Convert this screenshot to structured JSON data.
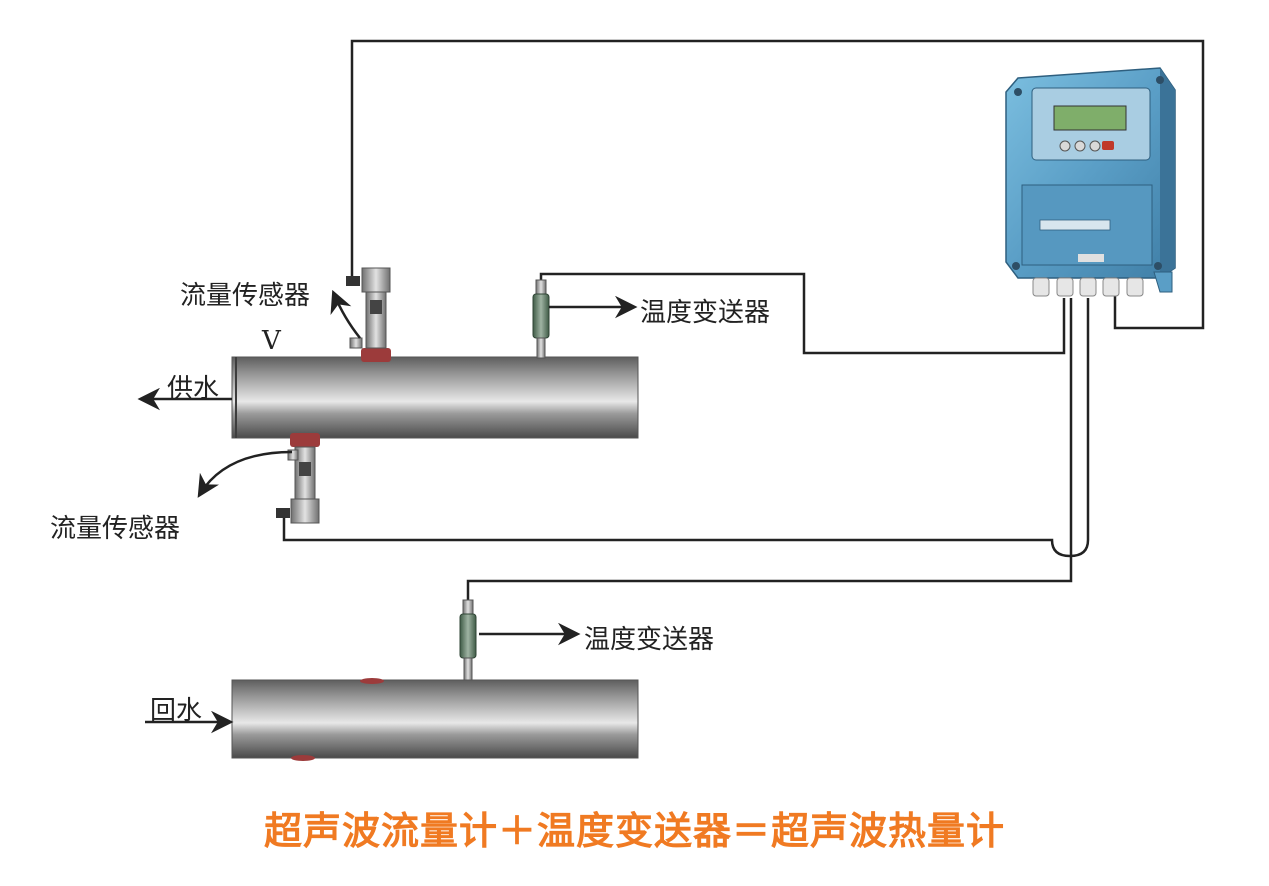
{
  "labels": {
    "flow_sensor_top": "流量传感器",
    "flow_sensor_bottom": "流量传感器",
    "temp_transmitter_top": "温度变送器",
    "temp_transmitter_bottom": "温度变送器",
    "supply_water": "供水",
    "return_water": "回水",
    "pipe_marker": "V"
  },
  "formula": {
    "text": "超声波流量计＋温度变送器＝超声波热量计",
    "color": "#f07a22"
  },
  "colors": {
    "wire": "#222222",
    "pipe": "#8a8a8a",
    "meter_body": "#5b9fc4",
    "sensor_gasket": "#9c3b3b"
  }
}
